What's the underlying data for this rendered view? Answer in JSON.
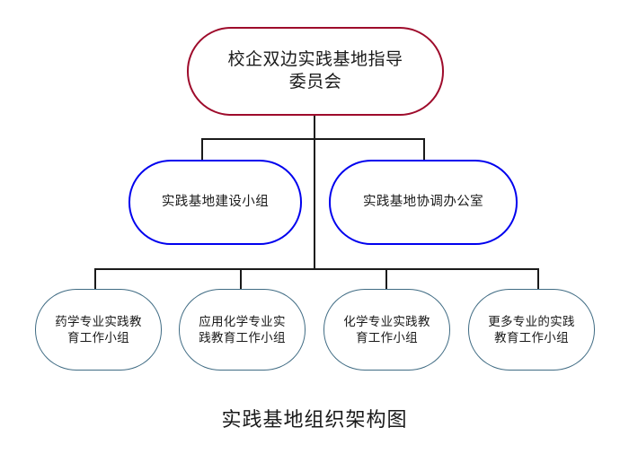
{
  "diagram": {
    "caption": "实践基地组织架构图",
    "colors": {
      "root_border": "#9e0b2b",
      "level2_border": "#0000ee",
      "level3_border": "#3f6b83",
      "connector": "#1a1a1a",
      "background": "#ffffff",
      "text": "#1a1a1a"
    },
    "root": {
      "label": "校企双边实践基地指导\n委员会"
    },
    "level2": [
      {
        "label": "实践基地建设小组"
      },
      {
        "label": "实践基地协调办公室"
      }
    ],
    "level3": [
      {
        "label": "药学专业实践教\n育工作小组"
      },
      {
        "label": "应用化学专业实\n践教育工作小组"
      },
      {
        "label": "化学专业实践教\n育工作小组"
      },
      {
        "label": "更多专业的实践\n教育工作小组"
      }
    ]
  }
}
